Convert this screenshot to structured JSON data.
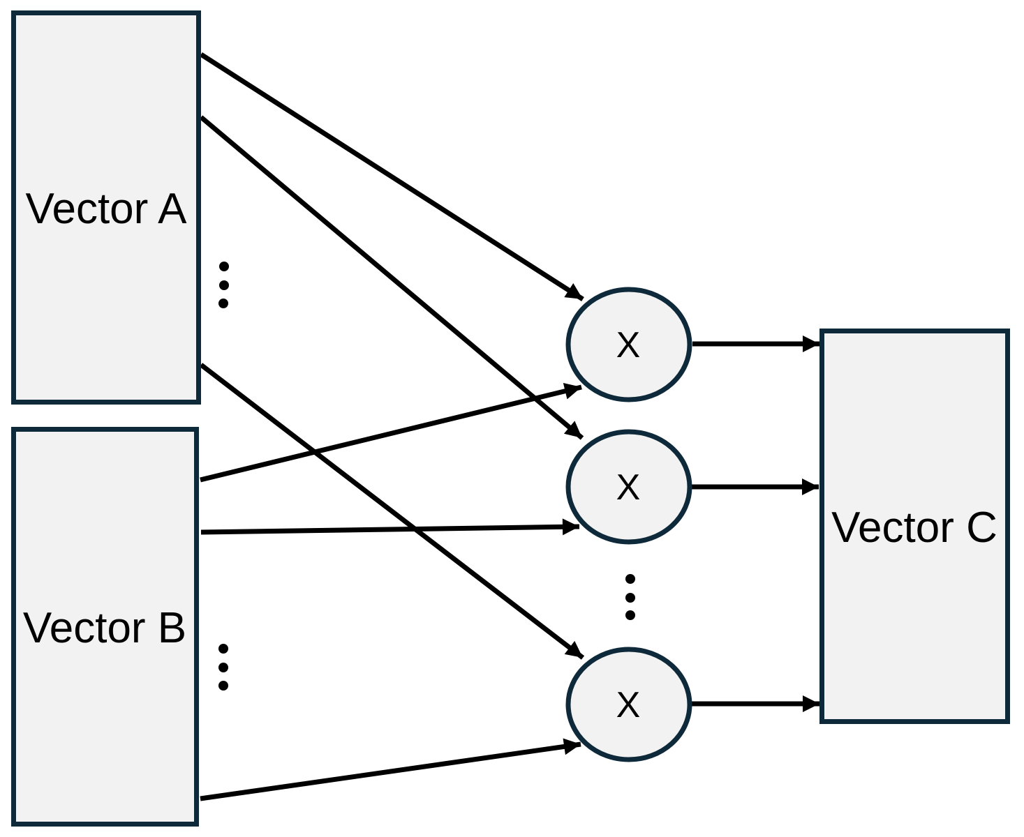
{
  "diagram": {
    "nodes": [
      {
        "id": "vector-a",
        "label": "Vector A",
        "shape": "rectangle"
      },
      {
        "id": "vector-b",
        "label": "Vector B",
        "shape": "rectangle"
      },
      {
        "id": "vector-c",
        "label": "Vector C",
        "shape": "rectangle"
      },
      {
        "id": "multiply-1",
        "label": "X",
        "shape": "ellipse"
      },
      {
        "id": "multiply-2",
        "label": "X",
        "shape": "ellipse"
      },
      {
        "id": "multiply-3",
        "label": "X",
        "shape": "ellipse"
      }
    ],
    "edges": [
      {
        "from": "vector-a",
        "to": "multiply-1"
      },
      {
        "from": "vector-a",
        "to": "multiply-2"
      },
      {
        "from": "vector-a",
        "to": "multiply-3"
      },
      {
        "from": "vector-b",
        "to": "multiply-1"
      },
      {
        "from": "vector-b",
        "to": "multiply-2"
      },
      {
        "from": "vector-b",
        "to": "multiply-3"
      },
      {
        "from": "multiply-1",
        "to": "vector-c"
      },
      {
        "from": "multiply-2",
        "to": "vector-c"
      },
      {
        "from": "multiply-3",
        "to": "vector-c"
      }
    ],
    "ellipsis_groups": [
      {
        "id": "ellipsis-vector-a",
        "symbol": "vertical-dots"
      },
      {
        "id": "ellipsis-vector-b",
        "symbol": "vertical-dots"
      },
      {
        "id": "ellipsis-multiply",
        "symbol": "vertical-dots"
      }
    ],
    "colors": {
      "background": "#ffffff",
      "node_fill": "#f2f2f2",
      "node_border": "#0e2a3a",
      "arrow": "#000000",
      "text": "#000000"
    }
  }
}
